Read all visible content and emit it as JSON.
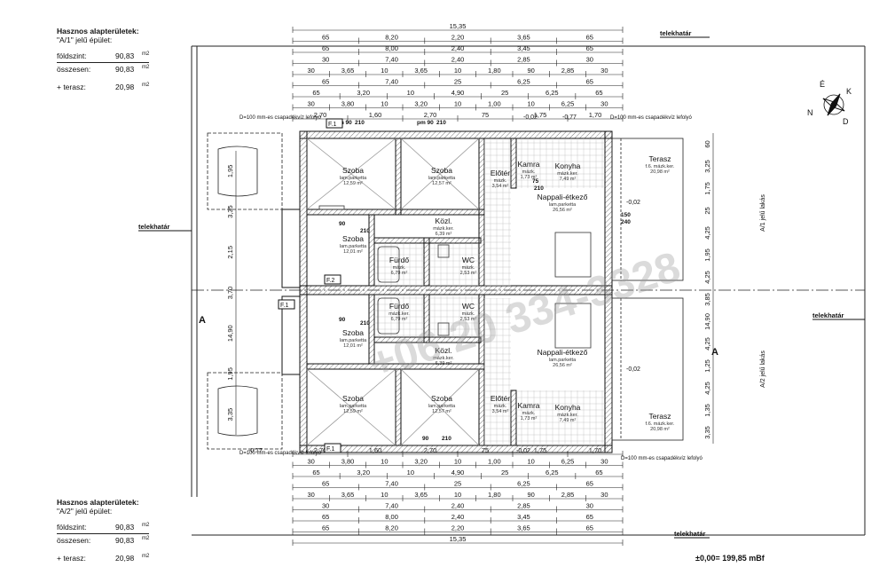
{
  "top_block": {
    "title": "Hasznos alapterületek:",
    "subtitle": "\"A/1\" jelű épület:",
    "rows": [
      {
        "label": "földszint:",
        "value": "90,83",
        "unit": "m2"
      },
      {
        "label": "összesen:",
        "value": "90,83",
        "unit": "m2"
      },
      {
        "label": "+ terasz:",
        "value": "20,98",
        "unit": "m2"
      }
    ]
  },
  "bottom_block": {
    "title": "Hasznos alapterületek:",
    "subtitle": "\"A/2\" jelű épület:",
    "rows": [
      {
        "label": "földszint:",
        "value": "90,83",
        "unit": "m2"
      },
      {
        "label": "összesen:",
        "value": "90,83",
        "unit": "m2"
      },
      {
        "label": "+ terasz:",
        "value": "20,98",
        "unit": "m2"
      }
    ]
  },
  "boundary_label": "telekhatár",
  "section_mark": "A",
  "elevation": "±0,00= 199,85 mBf",
  "compass": {
    "n": "N",
    "e": "É",
    "k": "K",
    "d": "D"
  },
  "dim_rows": [
    [
      "15,35"
    ],
    [
      "65",
      "8,20",
      "2,20",
      "3,65",
      "65"
    ],
    [
      "65",
      "8,00",
      "2,40",
      "3,45",
      "65"
    ],
    [
      "30",
      "7,40",
      "2,40",
      "2,85",
      "30"
    ],
    [
      "30",
      "3,65",
      "10",
      "3,65",
      "10",
      "1,80",
      "90",
      "2,85",
      "30"
    ],
    [
      "65",
      "7,40",
      "25",
      "6,25",
      "65"
    ],
    [
      "65",
      "3,20",
      "10",
      "4,90",
      "25",
      "6,25",
      "65"
    ],
    [
      "30",
      "3,80",
      "10",
      "3,20",
      "10",
      "1,00",
      "10",
      "6,25",
      "30"
    ],
    [
      "2,70",
      "1,60",
      "2,70",
      "75",
      "1,75",
      "1,70"
    ]
  ],
  "right_dims": [
    "60",
    "3,25",
    "1,75",
    "25",
    "4,25",
    "1,95",
    "4,25",
    "3,85",
    "14,90",
    "4,25",
    "1,25",
    "4,25",
    "1,35",
    "3,35"
  ],
  "left_dims": [
    "1,95",
    "3,35",
    "2,15",
    "3,70",
    "14,90",
    "1,95",
    "3,35"
  ],
  "wing_labels": {
    "upper": "A/1 jelű lakás",
    "lower": "A/2 jelű lakás"
  },
  "downpipe_note": "D=100 mm-es csapadékvíz lefolyó",
  "window_label": "F.1",
  "window_label2": "F.2",
  "rooms_upper": [
    {
      "name": "Szoba",
      "floor": "lam.parketta",
      "area": "12,59 m²"
    },
    {
      "name": "Szoba",
      "floor": "lam.parketta",
      "area": "12,57 m²"
    },
    {
      "name": "Előtér",
      "floor": "mázk.",
      "area": "3,54 m²"
    },
    {
      "name": "Kamra",
      "floor": "mázk.",
      "area": "1,73 m²"
    },
    {
      "name": "Konyha",
      "floor": "mázk.ker.",
      "area": "7,49 m²"
    },
    {
      "name": "Terasz",
      "floor": "f.6. mázk.ker.",
      "area": "20,98 m²"
    },
    {
      "name": "Szoba",
      "floor": "lam.parketta",
      "area": "12,01 m²"
    },
    {
      "name": "Közl.",
      "floor": "mázk.ker.",
      "area": "6,39 m²"
    },
    {
      "name": "Nappali-étkező",
      "floor": "lam.parketta",
      "area": "26,56 m²"
    },
    {
      "name": "Fürdő",
      "floor": "mázk.",
      "area": "6,79 m²"
    },
    {
      "name": "WC",
      "floor": "mázk.",
      "area": "2,53 m²"
    }
  ],
  "rooms_lower": [
    {
      "name": "Fürdő",
      "floor": "mázk.ker.",
      "area": "6,79 m²"
    },
    {
      "name": "WC",
      "floor": "mázk.",
      "area": "2,53 m²"
    },
    {
      "name": "Szoba",
      "floor": "lam.parketta",
      "area": "12,01 m²"
    },
    {
      "name": "Közl.",
      "floor": "mázk.ker.",
      "area": "6,39 m²"
    },
    {
      "name": "Nappali-étkező",
      "floor": "lam.parketta",
      "area": "26,56 m²"
    },
    {
      "name": "Szoba",
      "floor": "lam.parketta",
      "area": "12,59 m²"
    },
    {
      "name": "Szoba",
      "floor": "lam.parketta",
      "area": "12,57 m²"
    },
    {
      "name": "Előtér",
      "floor": "mázk.",
      "area": "3,54 m²"
    },
    {
      "name": "Kamra",
      "floor": "mázk.",
      "area": "1,73 m²"
    },
    {
      "name": "Konyha",
      "floor": "mázk.ker.",
      "area": "7,49 m²"
    },
    {
      "name": "Terasz",
      "floor": "f.6. mázk.ker.",
      "area": "20,98 m²"
    }
  ],
  "door_labels": [
    "pm 90",
    "210",
    "pm 90",
    "210",
    "90",
    "210",
    "75",
    "210",
    "90",
    "210",
    "150",
    "240",
    "90",
    "210"
  ],
  "level_marks": [
    "-0,02",
    "-0,77",
    "-0,02",
    "-0,02",
    "-0,02",
    "-0,77"
  ],
  "watermark": "+06 20 334-3328"
}
